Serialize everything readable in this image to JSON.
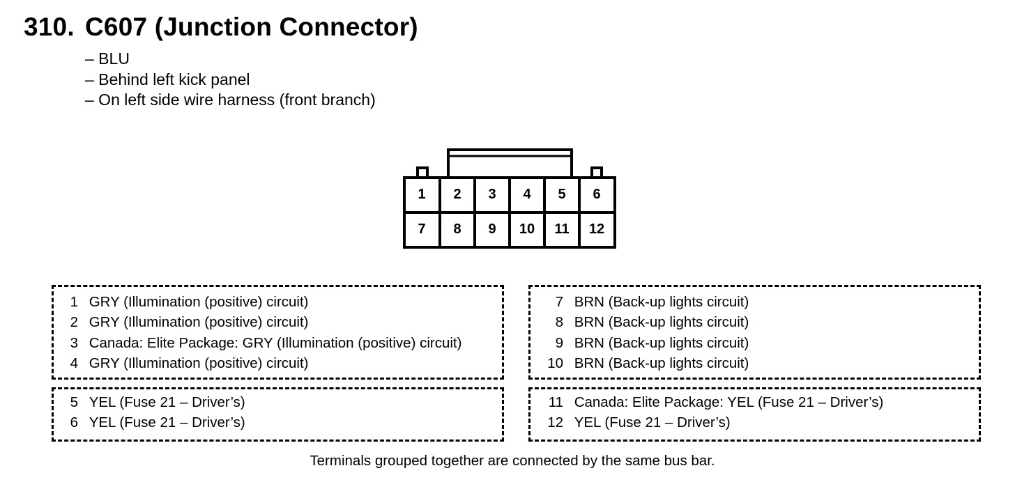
{
  "header": {
    "number": "310.",
    "title": "C607 (Junction Connector)"
  },
  "notes": [
    "– BLU",
    "– Behind left kick panel",
    "– On left side wire harness (front branch)"
  ],
  "connector": {
    "top_row": [
      "1",
      "2",
      "3",
      "4",
      "5",
      "6"
    ],
    "bottom_row": [
      "7",
      "8",
      "9",
      "10",
      "11",
      "12"
    ]
  },
  "groups": [
    {
      "pins": [
        {
          "pin": "1",
          "desc": "GRY (Illumination (positive) circuit)"
        },
        {
          "pin": "2",
          "desc": "GRY (Illumination (positive) circuit)"
        },
        {
          "pin": "3",
          "desc": "Canada: Elite Package: GRY (Illumination (positive) circuit)"
        },
        {
          "pin": "4",
          "desc": "GRY (Illumination (positive) circuit)"
        }
      ]
    },
    {
      "pins": [
        {
          "pin": "7",
          "desc": "BRN (Back-up lights circuit)"
        },
        {
          "pin": "8",
          "desc": "BRN (Back-up lights circuit)"
        },
        {
          "pin": "9",
          "desc": "BRN (Back-up lights circuit)"
        },
        {
          "pin": "10",
          "desc": "BRN (Back-up lights circuit)"
        }
      ]
    },
    {
      "pins": [
        {
          "pin": "5",
          "desc": "YEL (Fuse 21 – Driver’s)"
        },
        {
          "pin": "6",
          "desc": "YEL (Fuse 21 – Driver’s)"
        }
      ]
    },
    {
      "pins": [
        {
          "pin": "11",
          "desc": "Canada: Elite Package: YEL (Fuse 21 – Driver’s)"
        },
        {
          "pin": "12",
          "desc": "YEL (Fuse 21 – Driver’s)"
        }
      ]
    }
  ],
  "footer": "Terminals grouped together are connected by the same bus bar."
}
